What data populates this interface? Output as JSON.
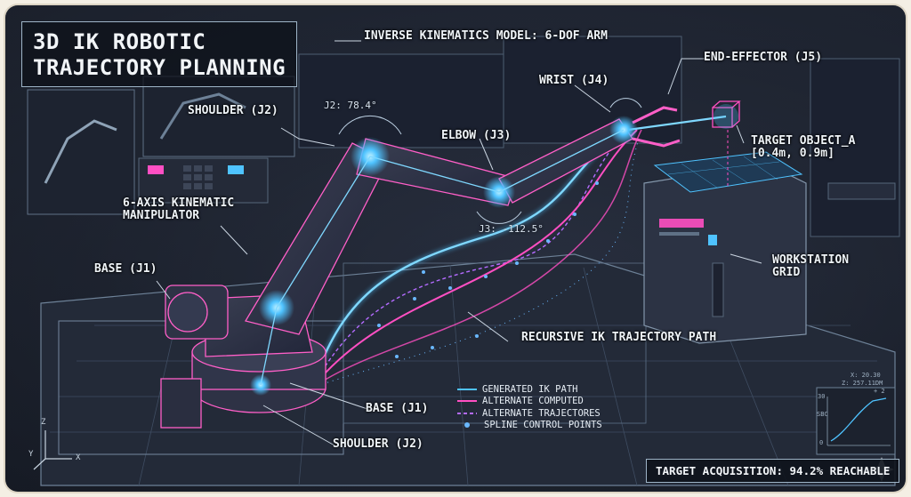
{
  "title": {
    "line1": "3D IK ROBOTIC",
    "line2": "TRAJECTORY PLANNING"
  },
  "model_label": "INVERSE KINEMATICS MODEL: 6-DOF ARM",
  "labels": {
    "shoulder_top": "SHOULDER (J2)",
    "elbow": "ELBOW (J3)",
    "wrist": "WRIST (J4)",
    "end_effector": "END-EFFECTOR (J5)",
    "target": "TARGET OBJECT_A\n[0.4m, 0.9m]",
    "manipulator": "6-AXIS KINEMATIC\nMANIPULATOR",
    "base_left": "BASE (J1)",
    "workstation": "WORKSTATION\nGRID",
    "trajectory": "RECURSIVE IK TRAJECTORY PATH",
    "base_bottom": "BASE (J1)",
    "shoulder_bottom": "SHOULDER (J2)"
  },
  "angles": {
    "j2": "J2: 78.4°",
    "j3": "J3: -112.5°"
  },
  "legend": [
    {
      "label": "GENERATED IK PATH",
      "color": "#4fc3ff",
      "style": "solid"
    },
    {
      "label": "ALTERNATE COMPUTED",
      "color": "#ff4fc3",
      "style": "solid"
    },
    {
      "label": "ALTERNATE TRAJECTORES",
      "color": "#b46bff",
      "style": "dashed"
    },
    {
      "label": "SPLINE CONTROL POINTS",
      "color": "#6ab8ff",
      "style": "dot"
    }
  ],
  "status": "TARGET ACQUISITION: 94.2% REACHABLE",
  "mini_chart": {
    "readout1": "X: 20.30",
    "readout2": "Z: 257.11DM",
    "readout3": "+ 2",
    "y_tick_top": "30",
    "y_tick_mid": "SBC",
    "y_tick_low": "0"
  },
  "axes": {
    "x": "X",
    "y": "Y",
    "z": "Z"
  },
  "colors": {
    "cyan": "#4fc3ff",
    "magenta": "#ff4fc3",
    "violet": "#b46bff",
    "frame": "#9fb5c8"
  }
}
